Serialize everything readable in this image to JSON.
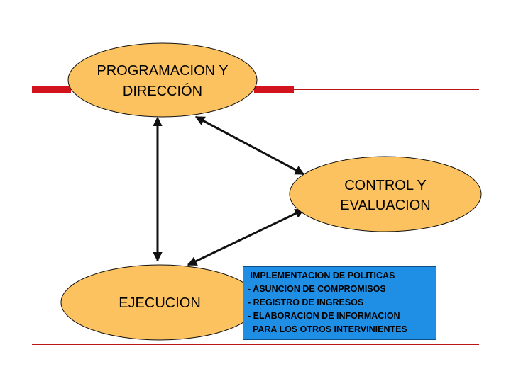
{
  "colors": {
    "ellipse_fill": "#fcc25f",
    "ellipse_stroke": "#111111",
    "arrow": "#111111",
    "rule_accent": "#d3131b",
    "rule_thin": "#b8141a",
    "box_fill": "#1f8fe6"
  },
  "nodes": {
    "programacion": {
      "line1": "PROGRAMACION Y",
      "line2": "DIRECCIÓN"
    },
    "control": {
      "line1": "CONTROL Y",
      "line2": "EVALUACION"
    },
    "ejecucion": {
      "line1": "EJECUCION"
    }
  },
  "callout": {
    "lines": [
      " IMPLEMENTACION DE POLITICAS",
      "- ASUNCION DE COMPROMISOS",
      "- REGISTRO DE INGRESOS",
      "- ELABORACION DE INFORMACION",
      "  PARA LOS OTROS INTERVINIENTES"
    ]
  },
  "edges": [
    {
      "from": "programacion",
      "to": "ejecucion",
      "type": "bidirectional"
    },
    {
      "from": "programacion",
      "to": "control",
      "type": "bidirectional"
    },
    {
      "from": "control",
      "to": "ejecucion",
      "type": "bidirectional"
    }
  ]
}
